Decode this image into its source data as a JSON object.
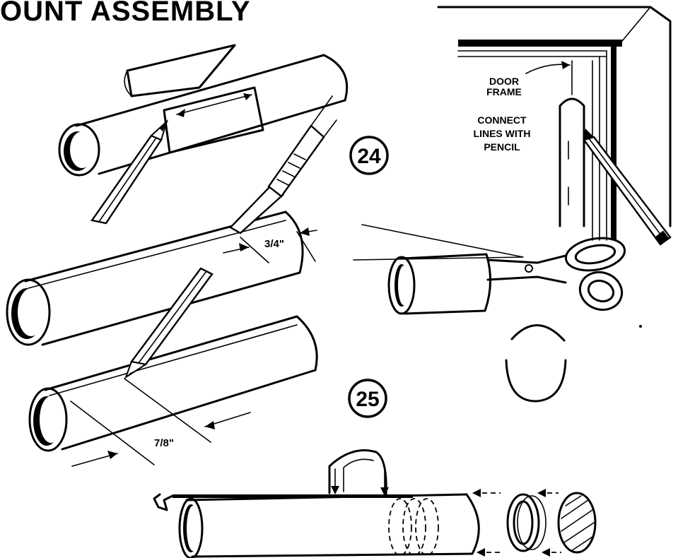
{
  "title": "OUNT ASSEMBLY",
  "steps": {
    "step24": "24",
    "step25": "25"
  },
  "labels": {
    "door_frame_line1": "DOOR",
    "door_frame_line2": "FRAME",
    "connect_line1": "CONNECT",
    "connect_line2": "LINES WITH",
    "connect_line3": "PENCIL",
    "dim_three_quarter": "3/4\"",
    "dim_seven_eighths": "7/8\""
  }
}
